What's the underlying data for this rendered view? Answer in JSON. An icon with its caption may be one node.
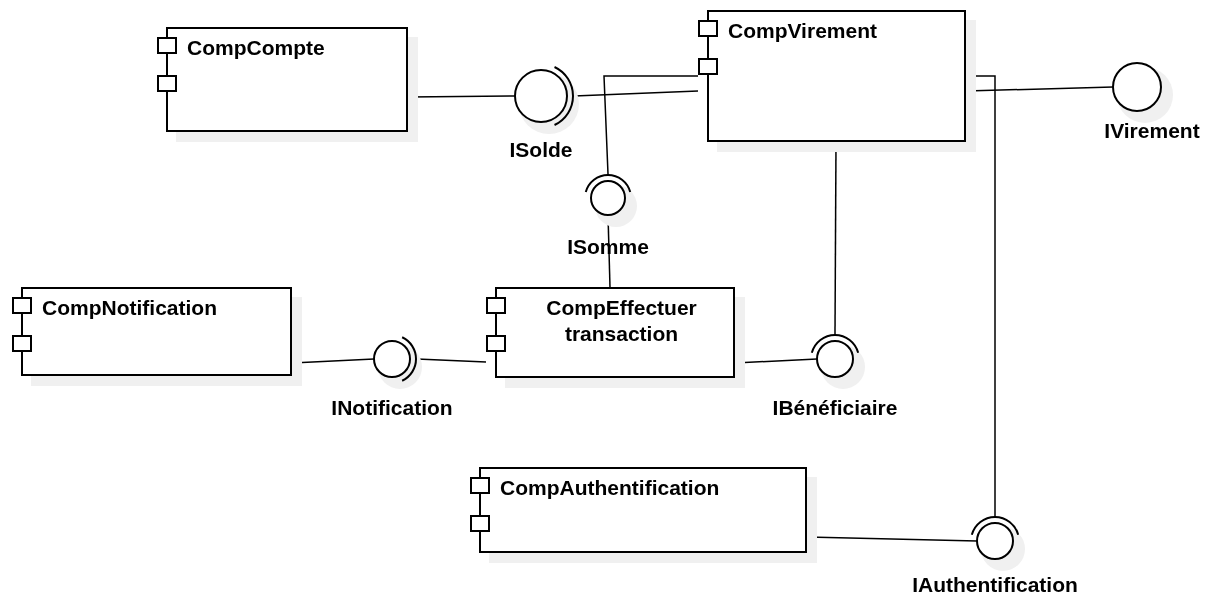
{
  "diagram": {
    "nodes": [
      {
        "text": [
          "CompCompte"
        ]
      },
      {
        "text": [
          "CompVirement"
        ]
      },
      {
        "text": [
          "ISolde"
        ]
      },
      {
        "text": [
          "IVirement"
        ]
      },
      {
        "text": [
          "ISomme"
        ]
      },
      {
        "text": [
          "CompNotification"
        ]
      },
      {
        "text": [
          "INotification"
        ]
      },
      {
        "text": [
          "CompEffectuer transaction"
        ]
      },
      {
        "text": [
          "IBénéficiaire"
        ]
      },
      {
        "text": [
          "CompAuthentification"
        ]
      },
      {
        "text": [
          "IAuthentification"
        ]
      }
    ],
    "edges": [
      {
        "from": 0,
        "to": 2,
        "arrow": "none"
      },
      {
        "from": 2,
        "to": 1,
        "arrow": "none"
      },
      {
        "from": 1,
        "to": 4,
        "arrow": "none"
      },
      {
        "from": 4,
        "to": 7,
        "arrow": "none"
      },
      {
        "from": 1,
        "to": 3,
        "arrow": "none"
      },
      {
        "from": 1,
        "to": 8,
        "arrow": "none"
      },
      {
        "from": 1,
        "to": 10,
        "arrow": "none"
      },
      {
        "from": 5,
        "to": 6,
        "arrow": "none"
      },
      {
        "from": 6,
        "to": 7,
        "arrow": "none"
      },
      {
        "from": 7,
        "to": 8,
        "arrow": "none"
      },
      {
        "from": 9,
        "to": 10,
        "arrow": "none"
      }
    ]
  }
}
